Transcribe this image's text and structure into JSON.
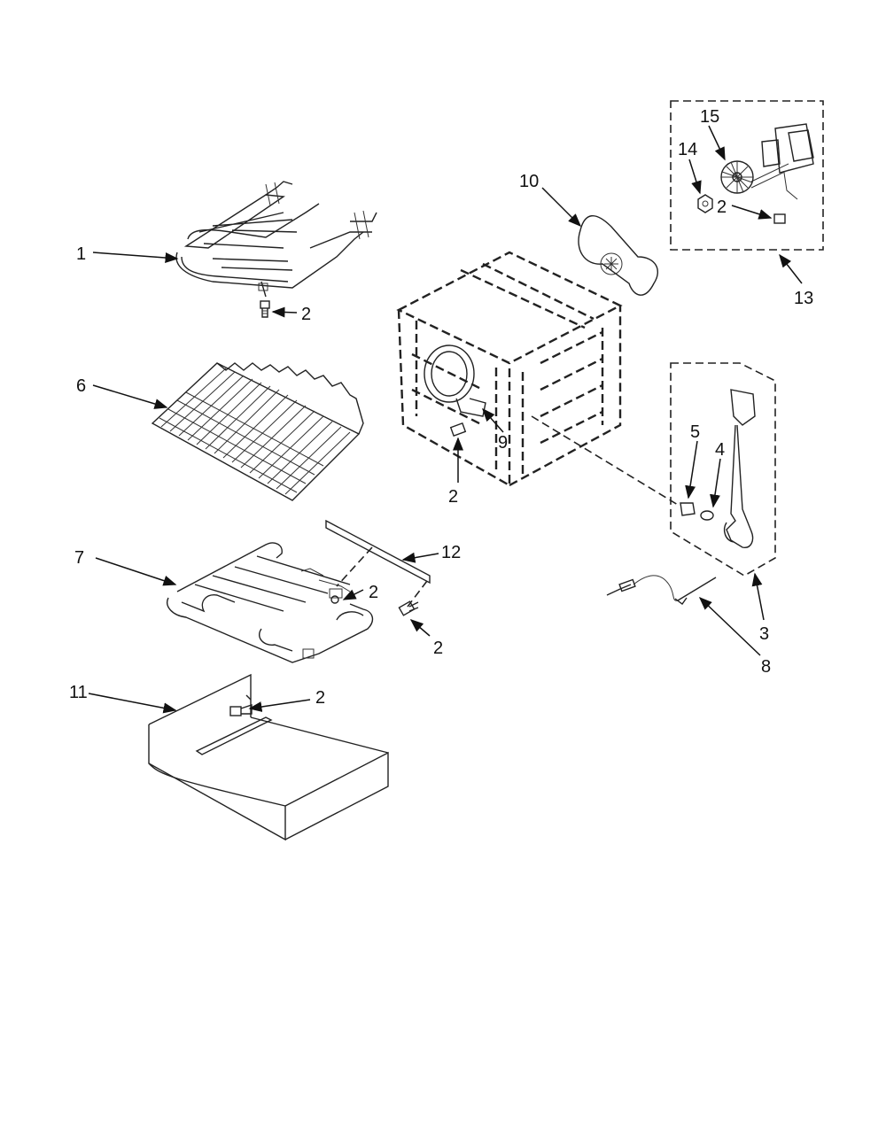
{
  "diagram": {
    "callouts": [
      {
        "id": "c1",
        "text": "1"
      },
      {
        "id": "c2a",
        "text": "2"
      },
      {
        "id": "c2b",
        "text": "2"
      },
      {
        "id": "c2c",
        "text": "2"
      },
      {
        "id": "c2d",
        "text": "2"
      },
      {
        "id": "c2e",
        "text": "2"
      },
      {
        "id": "c2f",
        "text": "2"
      },
      {
        "id": "c3",
        "text": "3"
      },
      {
        "id": "c4",
        "text": "4"
      },
      {
        "id": "c5",
        "text": "5"
      },
      {
        "id": "c6",
        "text": "6"
      },
      {
        "id": "c7",
        "text": "7"
      },
      {
        "id": "c8",
        "text": "8"
      },
      {
        "id": "c9",
        "text": "9"
      },
      {
        "id": "c10",
        "text": "10"
      },
      {
        "id": "c11",
        "text": "11"
      },
      {
        "id": "c12",
        "text": "12"
      },
      {
        "id": "c13",
        "text": "13"
      },
      {
        "id": "c14",
        "text": "14"
      },
      {
        "id": "c15",
        "text": "15"
      }
    ]
  }
}
